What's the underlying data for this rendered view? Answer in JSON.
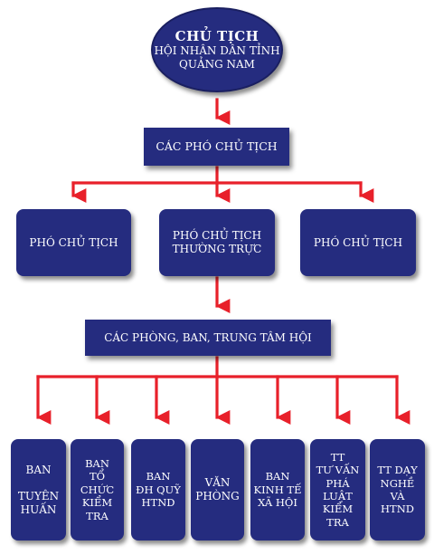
{
  "chairman": {
    "title": "CHỦ TỊCH",
    "line1": "HỘI NHÂN DÂN TỈNH",
    "line2": "QUẢNG NAM"
  },
  "vice_chairs_group": "CÁC PHÓ CHỦ TỊCH",
  "vice_chairs": [
    {
      "lines": [
        "PHÓ CHỦ TỊCH"
      ]
    },
    {
      "lines": [
        "PHÓ CHỦ TỊCH",
        "THƯỜNG TRỰC"
      ]
    },
    {
      "lines": [
        "PHÓ CHỦ TỊCH"
      ]
    }
  ],
  "departments_group": "CÁC PHÒNG, BAN, TRUNG TÂM HỘI",
  "departments": [
    {
      "line1": "BAN",
      "line2": "TUYÊN",
      "line3": "HUẤN"
    },
    {
      "line1": "BAN",
      "line2": "TỔ",
      "line3": "CHỨC",
      "line4": "KIỂM",
      "line5": "TRA"
    },
    {
      "line1": "BAN",
      "line2": "ĐH QUỸ",
      "line3": "HTND"
    },
    {
      "line1": "VĂN",
      "line2": "PHÒNG"
    },
    {
      "line1": "BAN",
      "line2": "KINH TẾ",
      "line3": "XÃ HỘI"
    },
    {
      "line1": "TT",
      "line2": "TƯ VẤN",
      "line3": "PHÁ",
      "line4": "LUẬT",
      "line5": "KIỂM",
      "line6": "TRA"
    },
    {
      "line1": "TT DẠY",
      "line2": "NGHỀ",
      "line3": "VÀ",
      "line4": "HTND"
    }
  ],
  "colors": {
    "box_fill": "#252c7f",
    "connector": "#e8202a",
    "text": "#ffffff"
  }
}
